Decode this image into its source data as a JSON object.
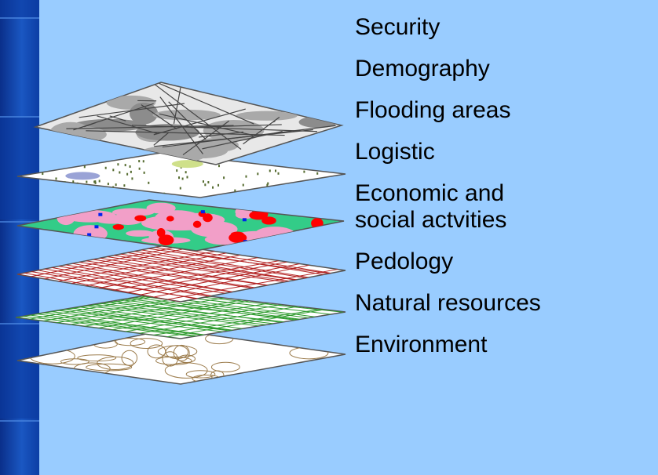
{
  "layer_labels": [
    "Security",
    "Demography",
    "Flooding areas",
    "Logistic",
    "Economic and",
    "social actvities",
    "Pedology",
    "Natural resources",
    "Environment"
  ],
  "layers": [
    {
      "id": "urban-map",
      "fill": "#e8e8e8",
      "detail": "#666666"
    },
    {
      "id": "landuse-map",
      "fill": "#ffffff",
      "detail": "#556b2f"
    },
    {
      "id": "economic-map",
      "fill": "#33cc88",
      "detail": "#ff0000"
    },
    {
      "id": "road-network-red",
      "fill": "#ffffff",
      "detail": "#b22222"
    },
    {
      "id": "road-network-green",
      "fill": "#ffffff",
      "detail": "#2e9b2e"
    },
    {
      "id": "soil-contours",
      "fill": "#ffffff",
      "detail": "#9b7b4b"
    }
  ]
}
